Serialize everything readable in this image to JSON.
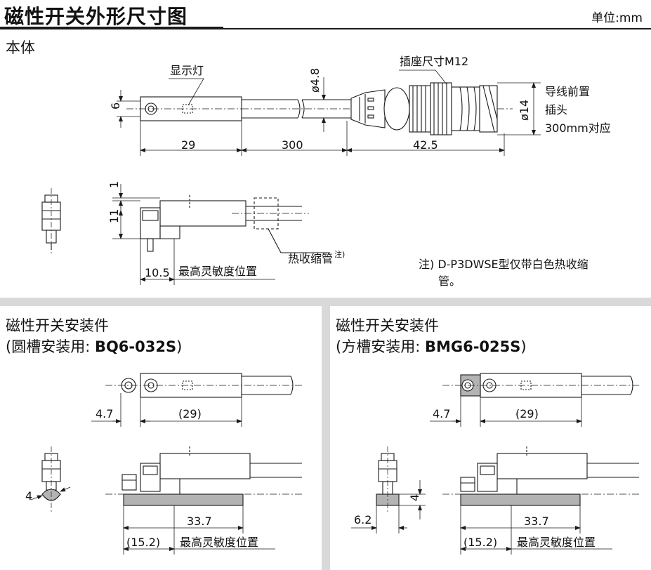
{
  "page": {
    "title": "磁性开关外形尺寸图",
    "unit": "单位:mm"
  },
  "body_section": {
    "label": "本体",
    "callouts": {
      "indicator": "显示灯",
      "socket": "插座尺寸M12",
      "lead_front_1": "导线前置",
      "lead_front_2": "插头",
      "lead_front_3": "300mm对应",
      "heat_shrink": "热收缩管",
      "heat_shrink_note_mark": "注)",
      "max_sensitivity": "最高灵敏度位置"
    },
    "dims": {
      "height_6": "6",
      "cable_dia": "ø4.8",
      "connector_dia": "ø14",
      "len_29": "29",
      "len_300": "300",
      "len_42_5": "42.5",
      "side_1": "1",
      "side_11": "11",
      "sens_10_5": "10.5"
    },
    "note_1": "注) D-P3DWSE型仅带白色热收缩",
    "note_2": "管。"
  },
  "bracket_round": {
    "title": "磁性开关安装件",
    "subtitle_prefix": "(圆槽安装用: ",
    "model": "BQ6-032S",
    "subtitle_suffix": ")",
    "dims": {
      "d_4_7": "4.7",
      "d_29": "(29)",
      "d_4": "4",
      "d_33_7": "33.7",
      "d_15_2": "(15.2)"
    },
    "sens_label": "最高灵敏度位置"
  },
  "bracket_square": {
    "title": "磁性开关安装件",
    "subtitle_prefix": "(方槽安装用: ",
    "model": "BMG6-025S",
    "subtitle_suffix": ")",
    "dims": {
      "d_4_7": "4.7",
      "d_29": "(29)",
      "d_6_2": "6.2",
      "d_4": "4",
      "d_33_7": "33.7",
      "d_15_2": "(15.2)"
    },
    "sens_label": "最高灵敏度位置"
  },
  "colors": {
    "line": "#1a1a1a",
    "divider": "#d9d9d9",
    "bracket_fill": "#b3b3b3"
  }
}
